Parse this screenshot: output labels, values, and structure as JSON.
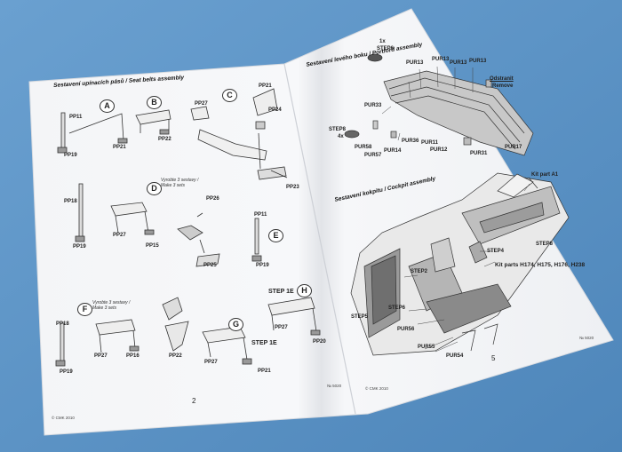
{
  "left_page": {
    "section_1_title": "Sestavení upínacích pásů / Seat belts assembly",
    "steps": {
      "A": "A",
      "B": "B",
      "C": "C",
      "D": "D",
      "E": "E",
      "F": "F",
      "G": "G",
      "H": "H"
    },
    "note_D_1": "Vyrobte 3 sestavy /",
    "note_D_2": "Make 3 sets",
    "note_F_1": "Vyrobte 3 sestavy /",
    "note_F_2": "Make 3 sets",
    "parts": {
      "pp11a": "PP11",
      "pp19a": "PP19",
      "pp21a": "PP21",
      "pp22a": "PP22",
      "pp27a": "PP27",
      "pp21b": "PP21",
      "pp24": "PP24",
      "pp23": "PP23",
      "pp18a": "PP18",
      "pp19b": "PP19",
      "pp27b": "PP27",
      "pp15": "PP15",
      "pp26": "PP26",
      "pp25": "PP25",
      "pp11b": "PP11",
      "pp19c": "PP19",
      "pp18b": "PP18",
      "pp27c": "PP27",
      "pp16": "PP16",
      "pp19d": "PP19",
      "pp22b": "PP22",
      "pp27d": "PP27",
      "pp21c": "PP21",
      "pp27e": "PP27",
      "pp20": "PP20"
    },
    "step_1e_a": "STEP 1E",
    "step_1e_b": "STEP 1E",
    "copyright": "© CMK 2010",
    "page_number": "2",
    "code": "№ 5020"
  },
  "right_page": {
    "section_8_title": "Sestavení levého boku / Portford assembly",
    "section_9_title": "Sestavení kokpitu / Cockpit assembly",
    "kit_part": "Kit part A1",
    "kit_parts": "Kit parts H174, H175, H176, H238",
    "odstranit": "Odstranit",
    "remove": "Remove",
    "labels": {
      "step6_top": "STEP6",
      "x1": "1x",
      "pur13a": "PUR13",
      "pur13b": "PUR13",
      "pur13c": "PUR13",
      "pur13d": "PUR13",
      "pur33": "PUR33",
      "step8": "STEP8",
      "x4": "4x",
      "pur36": "PUR36",
      "pur58": "PUR58",
      "pur57": "PUR57",
      "pur14": "PUR14",
      "pur11": "PUR11",
      "pur12": "PUR12",
      "pur31": "PUR31",
      "pur17": "PUR17",
      "step8b": "STEP8",
      "step4": "STEP4",
      "step2": "STEP2",
      "step5": "STEP5",
      "step6b": "STEP6",
      "pur56": "PUR56",
      "pur55": "PUR55",
      "pur54": "PUR54"
    },
    "copyright": "© CMK 2010",
    "page_number": "5",
    "code": "№ 5020"
  }
}
